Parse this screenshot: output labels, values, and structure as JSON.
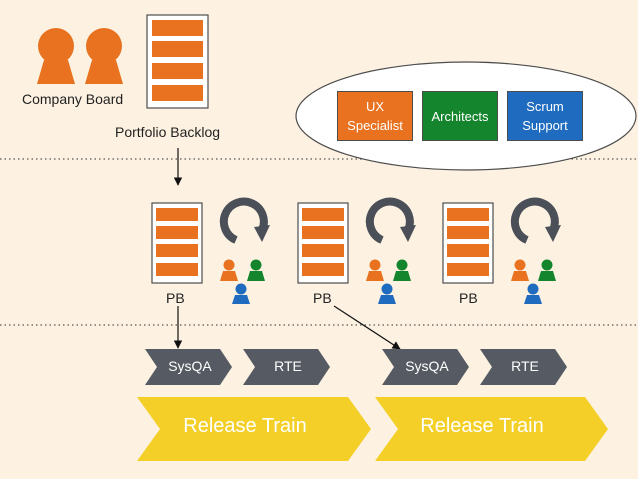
{
  "company_board": {
    "label": "Company Board",
    "member_icons": [
      "person-icon",
      "person-icon"
    ]
  },
  "portfolio_backlog": {
    "label": "Portfolio Backlog",
    "icon": "backlog-stack-icon"
  },
  "support_roles": [
    {
      "label": "UX\nSpecialist",
      "color": "#e8721f"
    },
    {
      "label": "Architects",
      "color": "#14852c"
    },
    {
      "label": "Scrum\nSupport",
      "color": "#1e6bbf"
    }
  ],
  "teams": [
    {
      "backlog_label": "PB",
      "icons": [
        "backlog-stack-icon",
        "iteration-cycle-icon",
        "person-icon"
      ]
    },
    {
      "backlog_label": "PB",
      "icons": [
        "backlog-stack-icon",
        "iteration-cycle-icon",
        "person-icon"
      ]
    },
    {
      "backlog_label": "PB",
      "icons": [
        "backlog-stack-icon",
        "iteration-cycle-icon",
        "person-icon"
      ]
    }
  ],
  "release_trains": [
    {
      "roles": [
        "SysQA",
        "RTE"
      ],
      "label": "Release Train"
    },
    {
      "roles": [
        "SysQA",
        "RTE"
      ],
      "label": "Release Train"
    }
  ],
  "colors": {
    "background": "#fdf2e2",
    "accent_orange": "#e8721f",
    "green": "#14852c",
    "blue": "#1e6bbf",
    "chevron_gray": "#555a63",
    "train_yellow": "#f3cf27",
    "cycle_gray": "#4a4f58"
  }
}
